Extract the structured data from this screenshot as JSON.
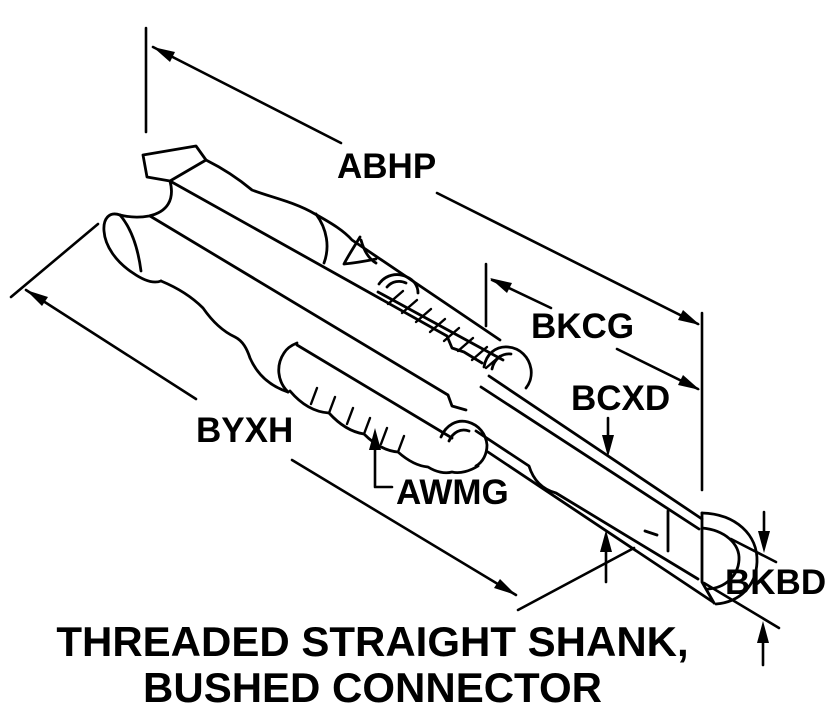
{
  "figure": {
    "type": "technical-line-drawing",
    "caption": {
      "line1": "THREADED STRAIGHT SHANK,",
      "line2": "BUSHED CONNECTOR"
    },
    "dimension_labels": {
      "abhp": "ABHP",
      "bkcg": "BKCG",
      "bcxd": "BCXD",
      "byxh": "BYXH",
      "awmg": "AWMG",
      "bkbd": "BKBD"
    },
    "colors": {
      "line": "#000000",
      "background": "#ffffff"
    }
  }
}
